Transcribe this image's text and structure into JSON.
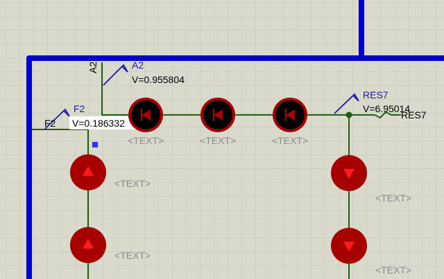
{
  "colors": {
    "background": "#d9d9cc",
    "grid": "#c3c3b6",
    "bus": "#0000cc",
    "wire": "#1f5c14",
    "led_fill": "#a60000",
    "led_dark": "#000000",
    "text_gray": "#8c8c8c",
    "probe_blue": "#1a1aa8",
    "pin_marker": "#3030ff"
  },
  "probes": {
    "a2": {
      "name": "A2",
      "voltage": "V=0.955804"
    },
    "f2": {
      "name": "F2",
      "voltage": "V=0.186332"
    },
    "res7": {
      "name": "RES7",
      "voltage": "V=6.95014"
    }
  },
  "net_labels": {
    "a2": "A2",
    "f2": "F2",
    "res7": "RES7"
  },
  "placeholder_text": "<TEXT>"
}
